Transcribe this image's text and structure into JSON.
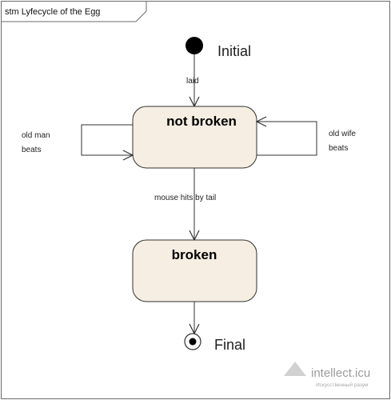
{
  "frame": {
    "title": "stm Lyfecycle of the Egg"
  },
  "initial": {
    "label": "Initial"
  },
  "final": {
    "label": "Final"
  },
  "states": {
    "not_broken": "not broken",
    "broken": "broken"
  },
  "transitions": {
    "laid": "laid",
    "old_man_line1": "old man",
    "old_man_line2": "beats",
    "old_wife_line1": "old wife",
    "old_wife_line2": "beats",
    "mouse": "mouse hits by tail"
  },
  "watermark": {
    "name": "intellect.icu",
    "tagline": "Искусственный разум"
  },
  "colors": {
    "state_fill": "#f6eee2",
    "line": "#303030"
  }
}
